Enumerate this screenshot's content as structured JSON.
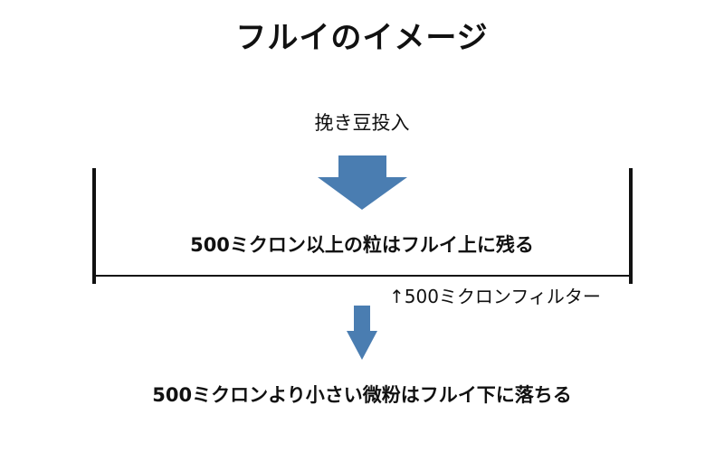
{
  "diagram": {
    "title": "フルイのイメージ",
    "input_label": "挽き豆投入",
    "retained_label": "500ミクロン以上の粒はフルイ上に残る",
    "filter_label": "↑500ミクロンフィルター",
    "passed_label": "500ミクロンより小さい微粉はフルイ下に落ちる",
    "colors": {
      "arrow": "#4a7db1",
      "line": "#111111"
    }
  }
}
